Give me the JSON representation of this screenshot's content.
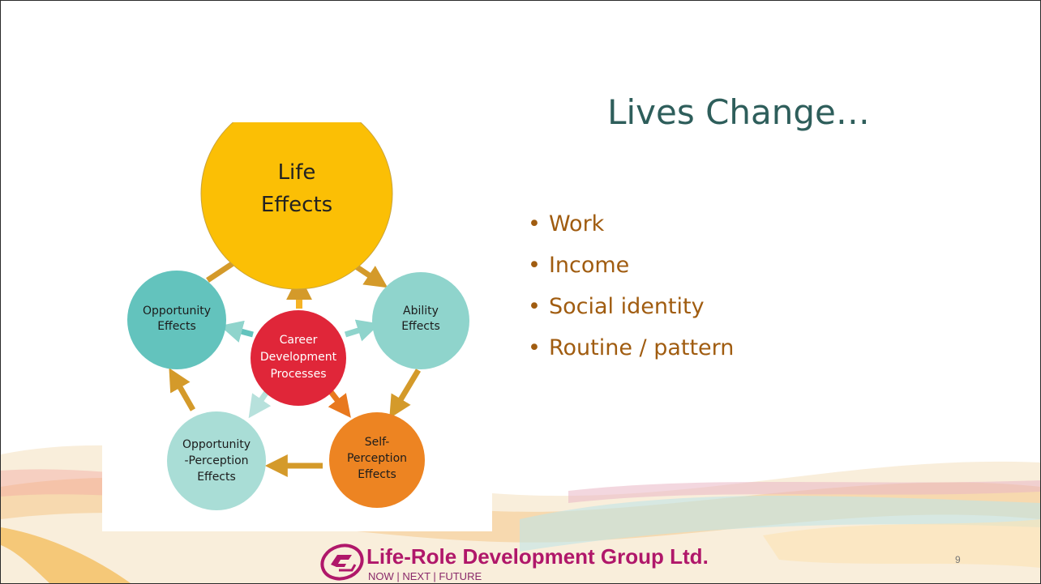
{
  "slide": {
    "title": "Lives Change…",
    "bullets": [
      "Work",
      "Income",
      "Social identity",
      "Routine / pattern"
    ],
    "page_number": "9"
  },
  "diagram": {
    "life_effects": {
      "line1": "Life",
      "line2": "Effects",
      "color": "#fbbf05"
    },
    "center": {
      "line1": "Career",
      "line2": "Development",
      "line3": "Processes",
      "color": "#e02639"
    },
    "opportunity": {
      "line1": "Opportunity",
      "line2": "Effects",
      "color": "#63c3bd"
    },
    "ability": {
      "line1": "Ability",
      "line2": "Effects",
      "color": "#8fd4cc"
    },
    "self_perception": {
      "line1": "Self-",
      "line2": "Perception",
      "line3": "Effects",
      "color": "#ed8422"
    },
    "opportunity_perception": {
      "line1": "Opportunity",
      "line2": "-Perception",
      "line3": "Effects",
      "color": "#a9ddd6"
    },
    "arrow_color": "#d49a2a"
  },
  "logo": {
    "name": "Life-Role Development Group Ltd.",
    "tagline": "NOW | NEXT | FUTURE",
    "brand_color": "#b0176a"
  }
}
